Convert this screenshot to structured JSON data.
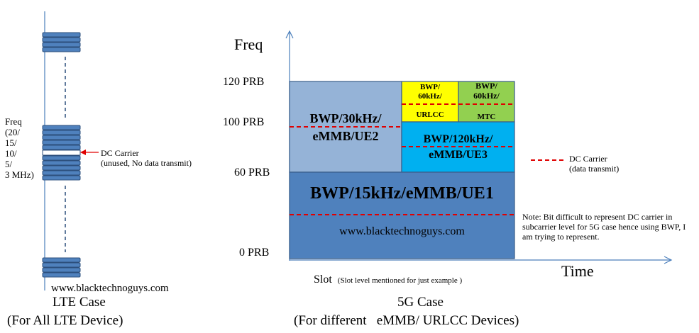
{
  "lte": {
    "freq_label": "Freq",
    "bandwidths": [
      "(20/",
      "15/",
      "10/",
      "5/",
      "3 MHz)"
    ],
    "dc_carrier_title": "DC Carrier",
    "dc_carrier_desc": "(unused, No data transmit)",
    "website": "www.blacktechnoguys.com",
    "caption_line1": "LTE Case",
    "caption_line2": "(For All  LTE Device)"
  },
  "nr": {
    "freq_label": "Freq",
    "time_label": "Time",
    "prb_labels": [
      "120 PRB",
      "100 PRB",
      "60 PRB",
      "0 PRB"
    ],
    "bwp_30": [
      "BWP/30kHz/",
      "eMMB/UE2"
    ],
    "bwp_60_urllc": [
      "BWP/",
      "60kHz/",
      "URLCC"
    ],
    "bwp_60_mtc": [
      "BWP/",
      "60kHz/",
      "MTC"
    ],
    "bwp_120": [
      "BWP/120kHz/",
      "eMMB/UE3"
    ],
    "bwp_15": "BWP/15kHz/eMMB/UE1",
    "website": "www.blacktechnoguys.com",
    "legend_title": "DC Carrier",
    "legend_desc": "(data transmit)",
    "note": "Note: Bit difficult to represent DC carrier in subcarrier level for 5G case hence  using BWP, I am trying to represent.",
    "slot_label": "Slot",
    "slot_desc": "(Slot level mentioned  for just example )",
    "caption_line1": "5G Case",
    "caption_line2": "(For different   eMMB/ URLCC Devices)"
  },
  "colors": {
    "prb_blue": "#4f81bd",
    "prb_border": "#2c4f7c",
    "bwp30": "#95b3d7",
    "bwp120": "#00b0f0",
    "urllc_yellow": "#ffff00",
    "mtc_green": "#92d050",
    "dc_red": "#e00000",
    "axis": "#4a7ebb"
  }
}
